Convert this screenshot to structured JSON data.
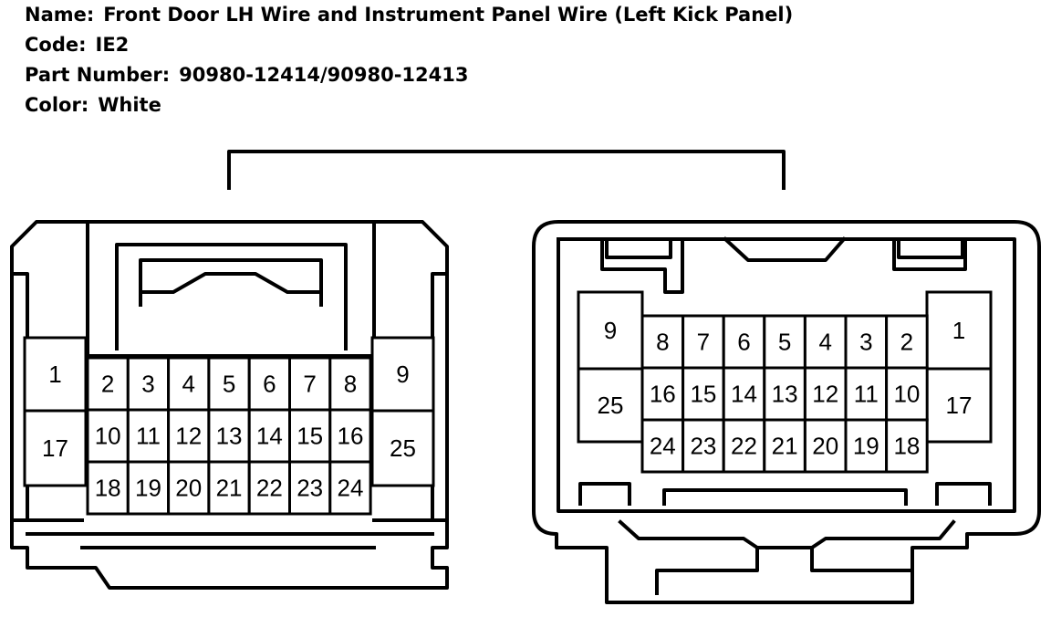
{
  "header": {
    "name_label": "Name:",
    "name_value": "Front Door LH Wire and Instrument Panel Wire (Left Kick Panel)",
    "code_label": "Code:",
    "code_value": "IE2",
    "part_label": "Part Number:",
    "part_value": "90980-12414/90980-12413",
    "color_label": "Color:",
    "color_value": "White"
  },
  "connectors": {
    "left": {
      "side": {
        "top_left": "1",
        "bottom_left": "17",
        "top_right": "9",
        "bottom_right": "25"
      },
      "rows": [
        [
          "2",
          "3",
          "4",
          "5",
          "6",
          "7",
          "8"
        ],
        [
          "10",
          "11",
          "12",
          "13",
          "14",
          "15",
          "16"
        ],
        [
          "18",
          "19",
          "20",
          "21",
          "22",
          "23",
          "24"
        ]
      ]
    },
    "right": {
      "side": {
        "top_left": "9",
        "bottom_left": "25",
        "top_right": "1",
        "bottom_right": "17"
      },
      "rows": [
        [
          "8",
          "7",
          "6",
          "5",
          "4",
          "3",
          "2"
        ],
        [
          "16",
          "15",
          "14",
          "13",
          "12",
          "11",
          "10"
        ],
        [
          "24",
          "23",
          "22",
          "21",
          "20",
          "19",
          "18"
        ]
      ]
    }
  }
}
